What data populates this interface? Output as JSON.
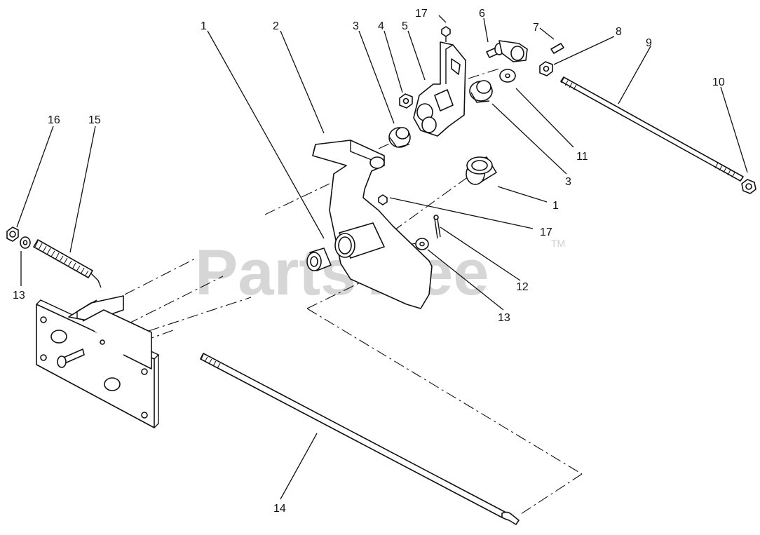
{
  "watermark": {
    "text": "PartsTree",
    "tm": "TM"
  },
  "callouts": {
    "c1a": "1",
    "c2": "2",
    "c3a": "3",
    "c4": "4",
    "c5": "5",
    "c17a": "17",
    "c6": "6",
    "c7": "7",
    "c8": "8",
    "c9": "9",
    "c10": "10",
    "c11": "11",
    "c3b": "3",
    "c1b": "1",
    "c17b": "17",
    "c12": "12",
    "c13a": "13",
    "c16": "16",
    "c15": "15",
    "c13b": "13",
    "c14": "14"
  }
}
